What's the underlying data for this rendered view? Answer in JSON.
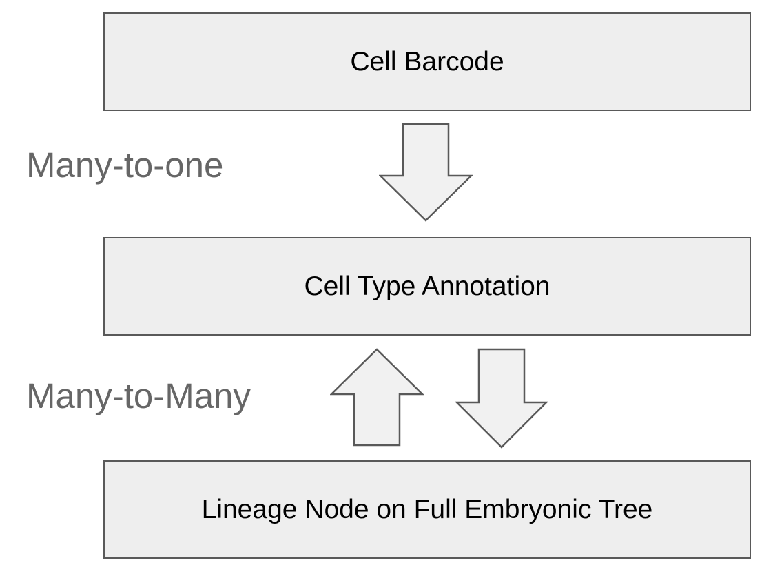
{
  "colors": {
    "background": "#ffffff",
    "box_fill": "#eeeeee",
    "box_border": "#595959",
    "arrow_fill": "#f1f1f1",
    "arrow_border": "#595959",
    "label_gray": "#666666",
    "text_color": "#000000"
  },
  "diagram": {
    "nodes": [
      {
        "id": "cell-barcode",
        "label": "Cell Barcode"
      },
      {
        "id": "cell-type-annotation",
        "label": "Cell Type Annotation"
      },
      {
        "id": "lineage-node-full-embryonic-tree",
        "label": "Lineage Node on Full Embryonic Tree"
      }
    ],
    "relations": [
      {
        "id": "many-to-one",
        "label": "Many-to-one",
        "arrows": [
          "down"
        ]
      },
      {
        "id": "many-to-many",
        "label": "Many-to-Many",
        "arrows": [
          "up",
          "down"
        ]
      }
    ]
  }
}
